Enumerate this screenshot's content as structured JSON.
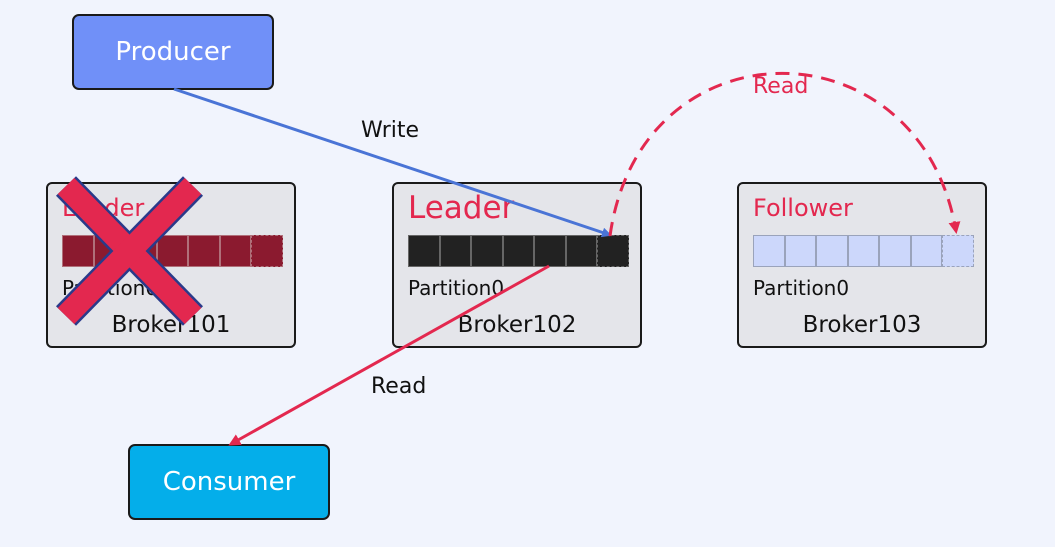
{
  "producer": {
    "label": "Producer"
  },
  "consumer": {
    "label": "Consumer"
  },
  "brokers": [
    {
      "name": "Broker101",
      "role": "Leader",
      "partition": "Partition0",
      "status": "failed"
    },
    {
      "name": "Broker102",
      "role": "Leader",
      "partition": "Partition0",
      "status": "active"
    },
    {
      "name": "Broker103",
      "role": "Follower",
      "partition": "Partition0",
      "status": "active"
    }
  ],
  "arrows": {
    "write": "Write",
    "read_consumer": "Read",
    "read_replica": "Read"
  },
  "colors": {
    "producer": "#7090f8",
    "consumer": "#04aeea",
    "write_arrow": "#4a74d6",
    "read_arrow": "#e3284f",
    "failed_cross": "#e3284f"
  }
}
